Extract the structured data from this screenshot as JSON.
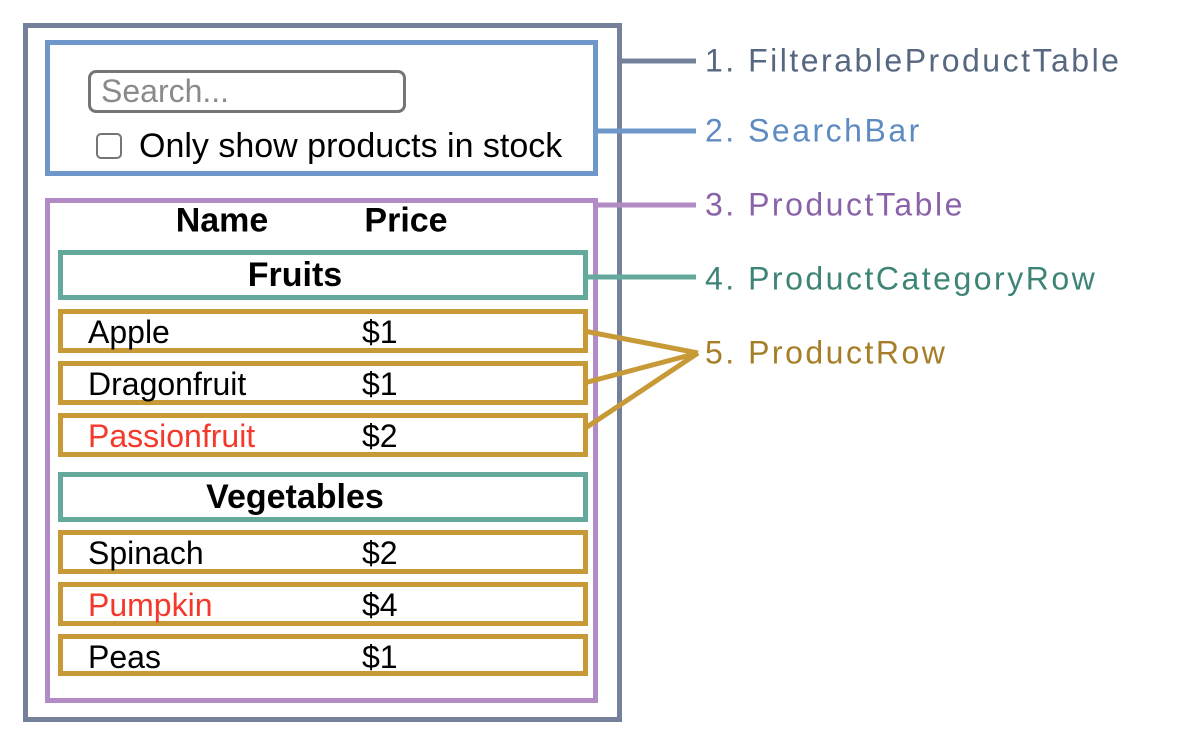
{
  "search_bar": {
    "input_placeholder": "Search...",
    "checkbox_label": "Only show products in stock",
    "checkbox_checked": false
  },
  "table": {
    "headers": {
      "name": "Name",
      "price": "Price"
    },
    "sections": [
      {
        "category": "Fruits",
        "rows": [
          {
            "name": "Apple",
            "price": "$1",
            "name_color": "#000000"
          },
          {
            "name": "Dragonfruit",
            "price": "$1",
            "name_color": "#000000"
          },
          {
            "name": "Passionfruit",
            "price": "$2",
            "name_color": "#F4392B"
          }
        ]
      },
      {
        "category": "Vegetables",
        "rows": [
          {
            "name": "Spinach",
            "price": "$2",
            "name_color": "#000000"
          },
          {
            "name": "Pumpkin",
            "price": "$4",
            "name_color": "#F4392B"
          },
          {
            "name": "Peas",
            "price": "$1",
            "name_color": "#000000"
          }
        ]
      }
    ]
  },
  "legend": {
    "items": [
      {
        "text": "1. FilterableProductTable",
        "color": "#56677F"
      },
      {
        "text": "2. SearchBar",
        "color": "#5E8BC2"
      },
      {
        "text": "3. ProductTable",
        "color": "#8A62A8"
      },
      {
        "text": "4. ProductCategoryRow",
        "color": "#3D8477"
      },
      {
        "text": "5. ProductRow",
        "color": "#A67E27"
      }
    ]
  },
  "colors": {
    "container_border": "#75819B",
    "searchbar_border": "#6E97CA",
    "table_border": "#B28BC5",
    "category_border": "#63AA9D",
    "product_border": "#C79A37",
    "out_of_stock_text": "#F4392B",
    "input_border": "#767676",
    "placeholder_text": "#8A8A8A",
    "body_text": "#000000"
  }
}
